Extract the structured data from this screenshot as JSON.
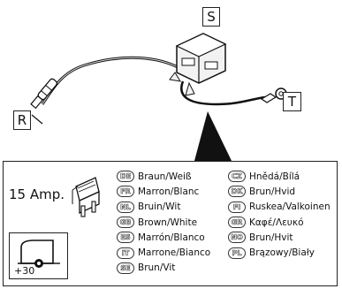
{
  "labels": {
    "s": "S",
    "t": "T",
    "r": "R"
  },
  "fuse": {
    "rating": "15 Amp."
  },
  "terminal": {
    "label": "+30"
  },
  "colors_left": [
    {
      "code": "DE",
      "text": "Braun/Weiß"
    },
    {
      "code": "FR",
      "text": "Marron/Blanc"
    },
    {
      "code": "NL",
      "text": "Bruin/Wit"
    },
    {
      "code": "GB",
      "text": "Brown/White"
    },
    {
      "code": "ES",
      "text": "Marrón/Blanco"
    },
    {
      "code": "IT",
      "text": "Marrone/Bianco"
    },
    {
      "code": "SE",
      "text": "Brun/Vit"
    }
  ],
  "colors_right": [
    {
      "code": "CZ",
      "text": "Hnědá/Bílá"
    },
    {
      "code": "DK",
      "text": "Brun/Hvid"
    },
    {
      "code": "FI",
      "text": "Ruskea/Valkoinen"
    },
    {
      "code": "GR",
      "text": "Καφέ/Λευκό"
    },
    {
      "code": "NO",
      "text": "Brun/Hvit"
    },
    {
      "code": "PL",
      "text": "Brązowy/Biały"
    }
  ]
}
